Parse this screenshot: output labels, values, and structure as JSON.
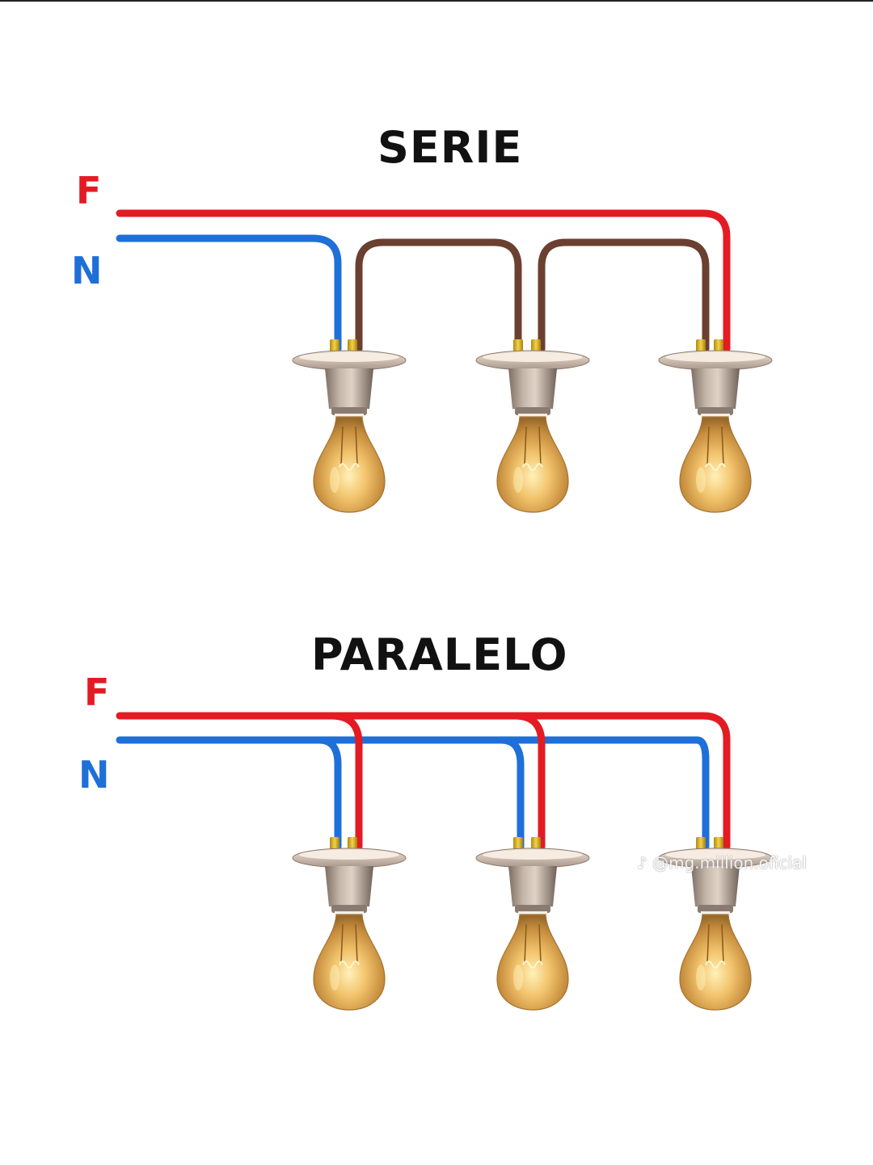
{
  "colors": {
    "phase": "#e31b23",
    "neutral": "#1f6fd8",
    "bridge": "#6b4030",
    "title": "#111111"
  },
  "series_diagram": {
    "title": "SERIE",
    "phase_label": "F",
    "neutral_label": "N",
    "bulb_count": 3,
    "connection": "series"
  },
  "parallel_diagram": {
    "title": "PARALELO",
    "phase_label": "F",
    "neutral_label": "N",
    "bulb_count": 3,
    "connection": "parallel"
  },
  "watermark": "@mg.million.oficial",
  "icons": {
    "bulb": "light-bulb-icon",
    "socket": "lamp-socket-icon",
    "watermark": "tiktok-logo-icon"
  }
}
